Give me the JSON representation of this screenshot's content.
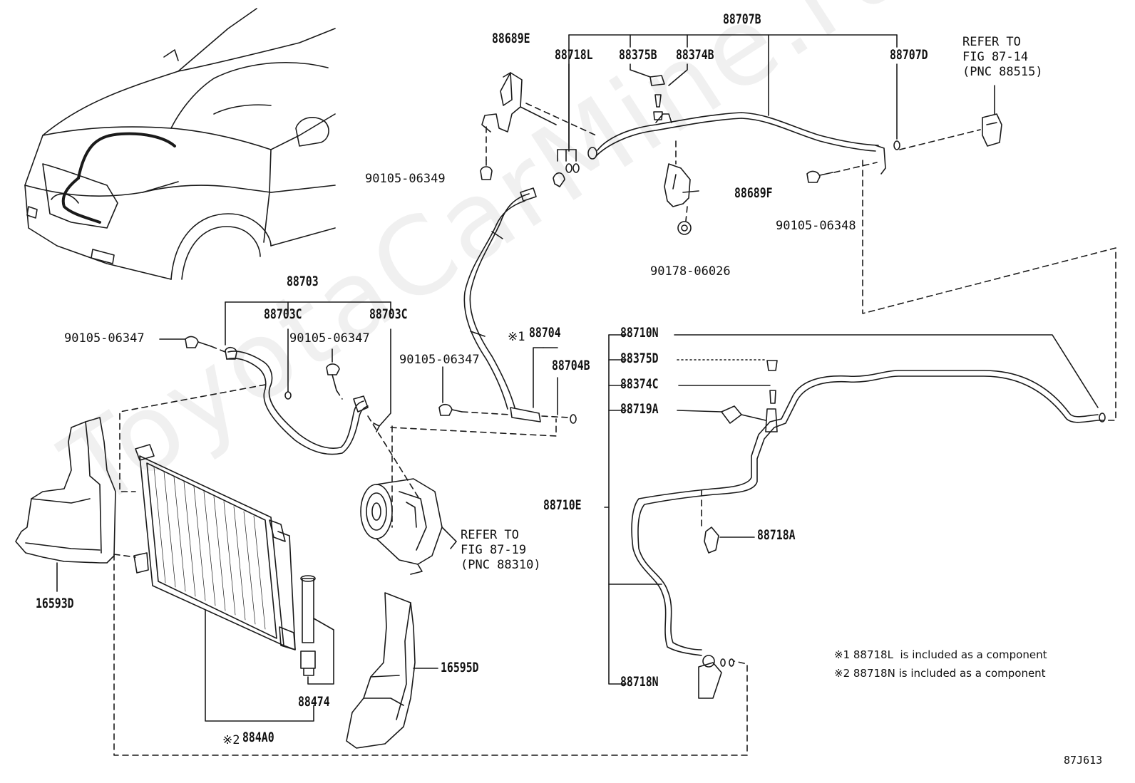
{
  "watermark": "ToyotaCarMine.ru",
  "figure_code": "87J613",
  "part_numbers": {
    "p88707B": "88707B",
    "p88689E": "88689E",
    "p88718L": "88718L",
    "p88375B": "88375B",
    "p88374B": "88374B",
    "p88707D": "88707D",
    "p90105_06349": "90105-06349",
    "p88689F": "88689F",
    "p90105_06348": "90105-06348",
    "p90178_06026": "90178-06026",
    "p88703": "88703",
    "p88703C_a": "88703C",
    "p88703C_b": "88703C",
    "p90105_06347_a": "90105-06347",
    "p90105_06347_b": "90105-06347",
    "p90105_06347_c": "90105-06347",
    "p88704": "88704",
    "p88704B": "88704B",
    "p88710N": "88710N",
    "p88375D": "88375D",
    "p88374C": "88374C",
    "p88719A": "88719A",
    "p88710E": "88710E",
    "p88718A": "88718A",
    "p88718N": "88718N",
    "p16593D": "16593D",
    "p16595D": "16595D",
    "p88474": "88474",
    "p884A0": "884A0"
  },
  "marks": {
    "mark_88704": "※1",
    "mark_884A0": "※2"
  },
  "references": {
    "ref_87_14": {
      "line1": "REFER TO",
      "line2": "FIG 87-14",
      "line3": "(PNC 88515)"
    },
    "ref_87_19": {
      "line1": "REFER TO",
      "line2": "FIG 87-19",
      "line3": "(PNC 88310)"
    }
  },
  "notes": {
    "note1": "※1 88718L  is included as a component",
    "note2": "※2 88718N is included as a component"
  }
}
